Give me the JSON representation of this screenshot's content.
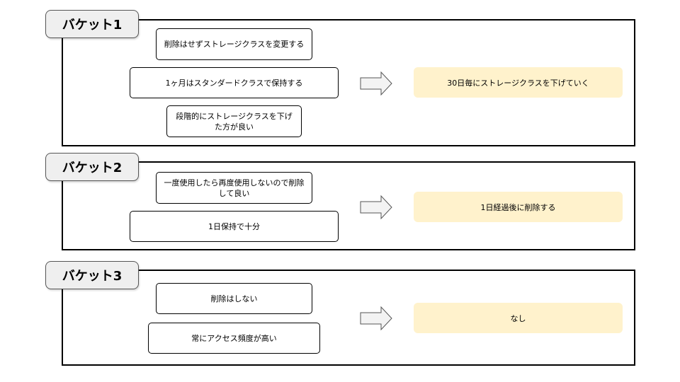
{
  "buckets": [
    {
      "label": "バケット1",
      "reasons": [
        "削除はせずストレージクラスを変更する",
        "1ヶ月はスタンダードクラスで保持する",
        "段階的にストレージクラスを下げた方が良い"
      ],
      "result": "30日毎にストレージクラスを下げていく"
    },
    {
      "label": "バケット2",
      "reasons": [
        "一度使用したら再度使用しないので削除して良い",
        "1日保持で十分"
      ],
      "result": "1日経過後に削除する"
    },
    {
      "label": "バケット3",
      "reasons": [
        "削除はしない",
        "常にアクセス頻度が高い"
      ],
      "result": "なし"
    }
  ],
  "colors": {
    "result_fill": "#fff2cc",
    "tab_fill": "#efefef",
    "arrow_fill": "#f3f3f3"
  },
  "icons": {
    "flow": "right-arrow-icon"
  }
}
